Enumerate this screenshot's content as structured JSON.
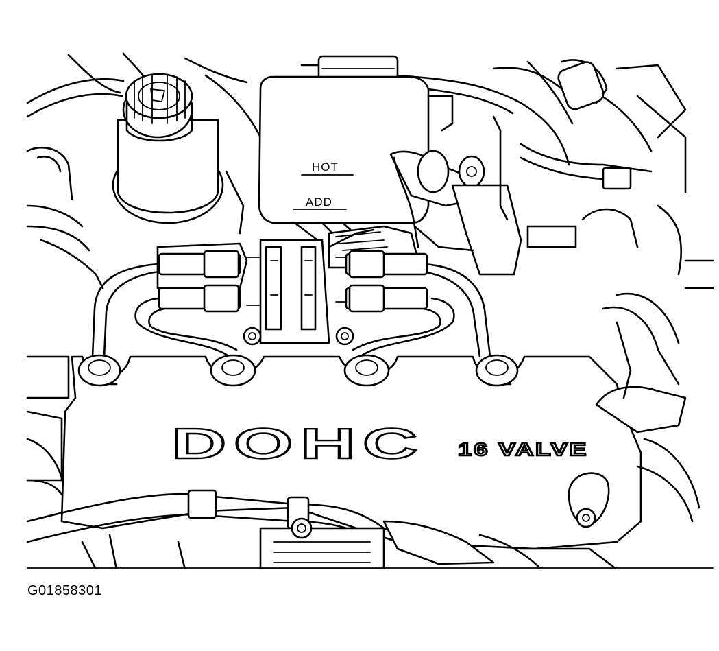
{
  "diagram": {
    "reservoir_markings": {
      "hot": "HOT",
      "add": "ADD"
    },
    "valve_cover_logo": {
      "main": "DOHC",
      "sub": "16 VALVE"
    },
    "figure_id": "G01858301"
  }
}
